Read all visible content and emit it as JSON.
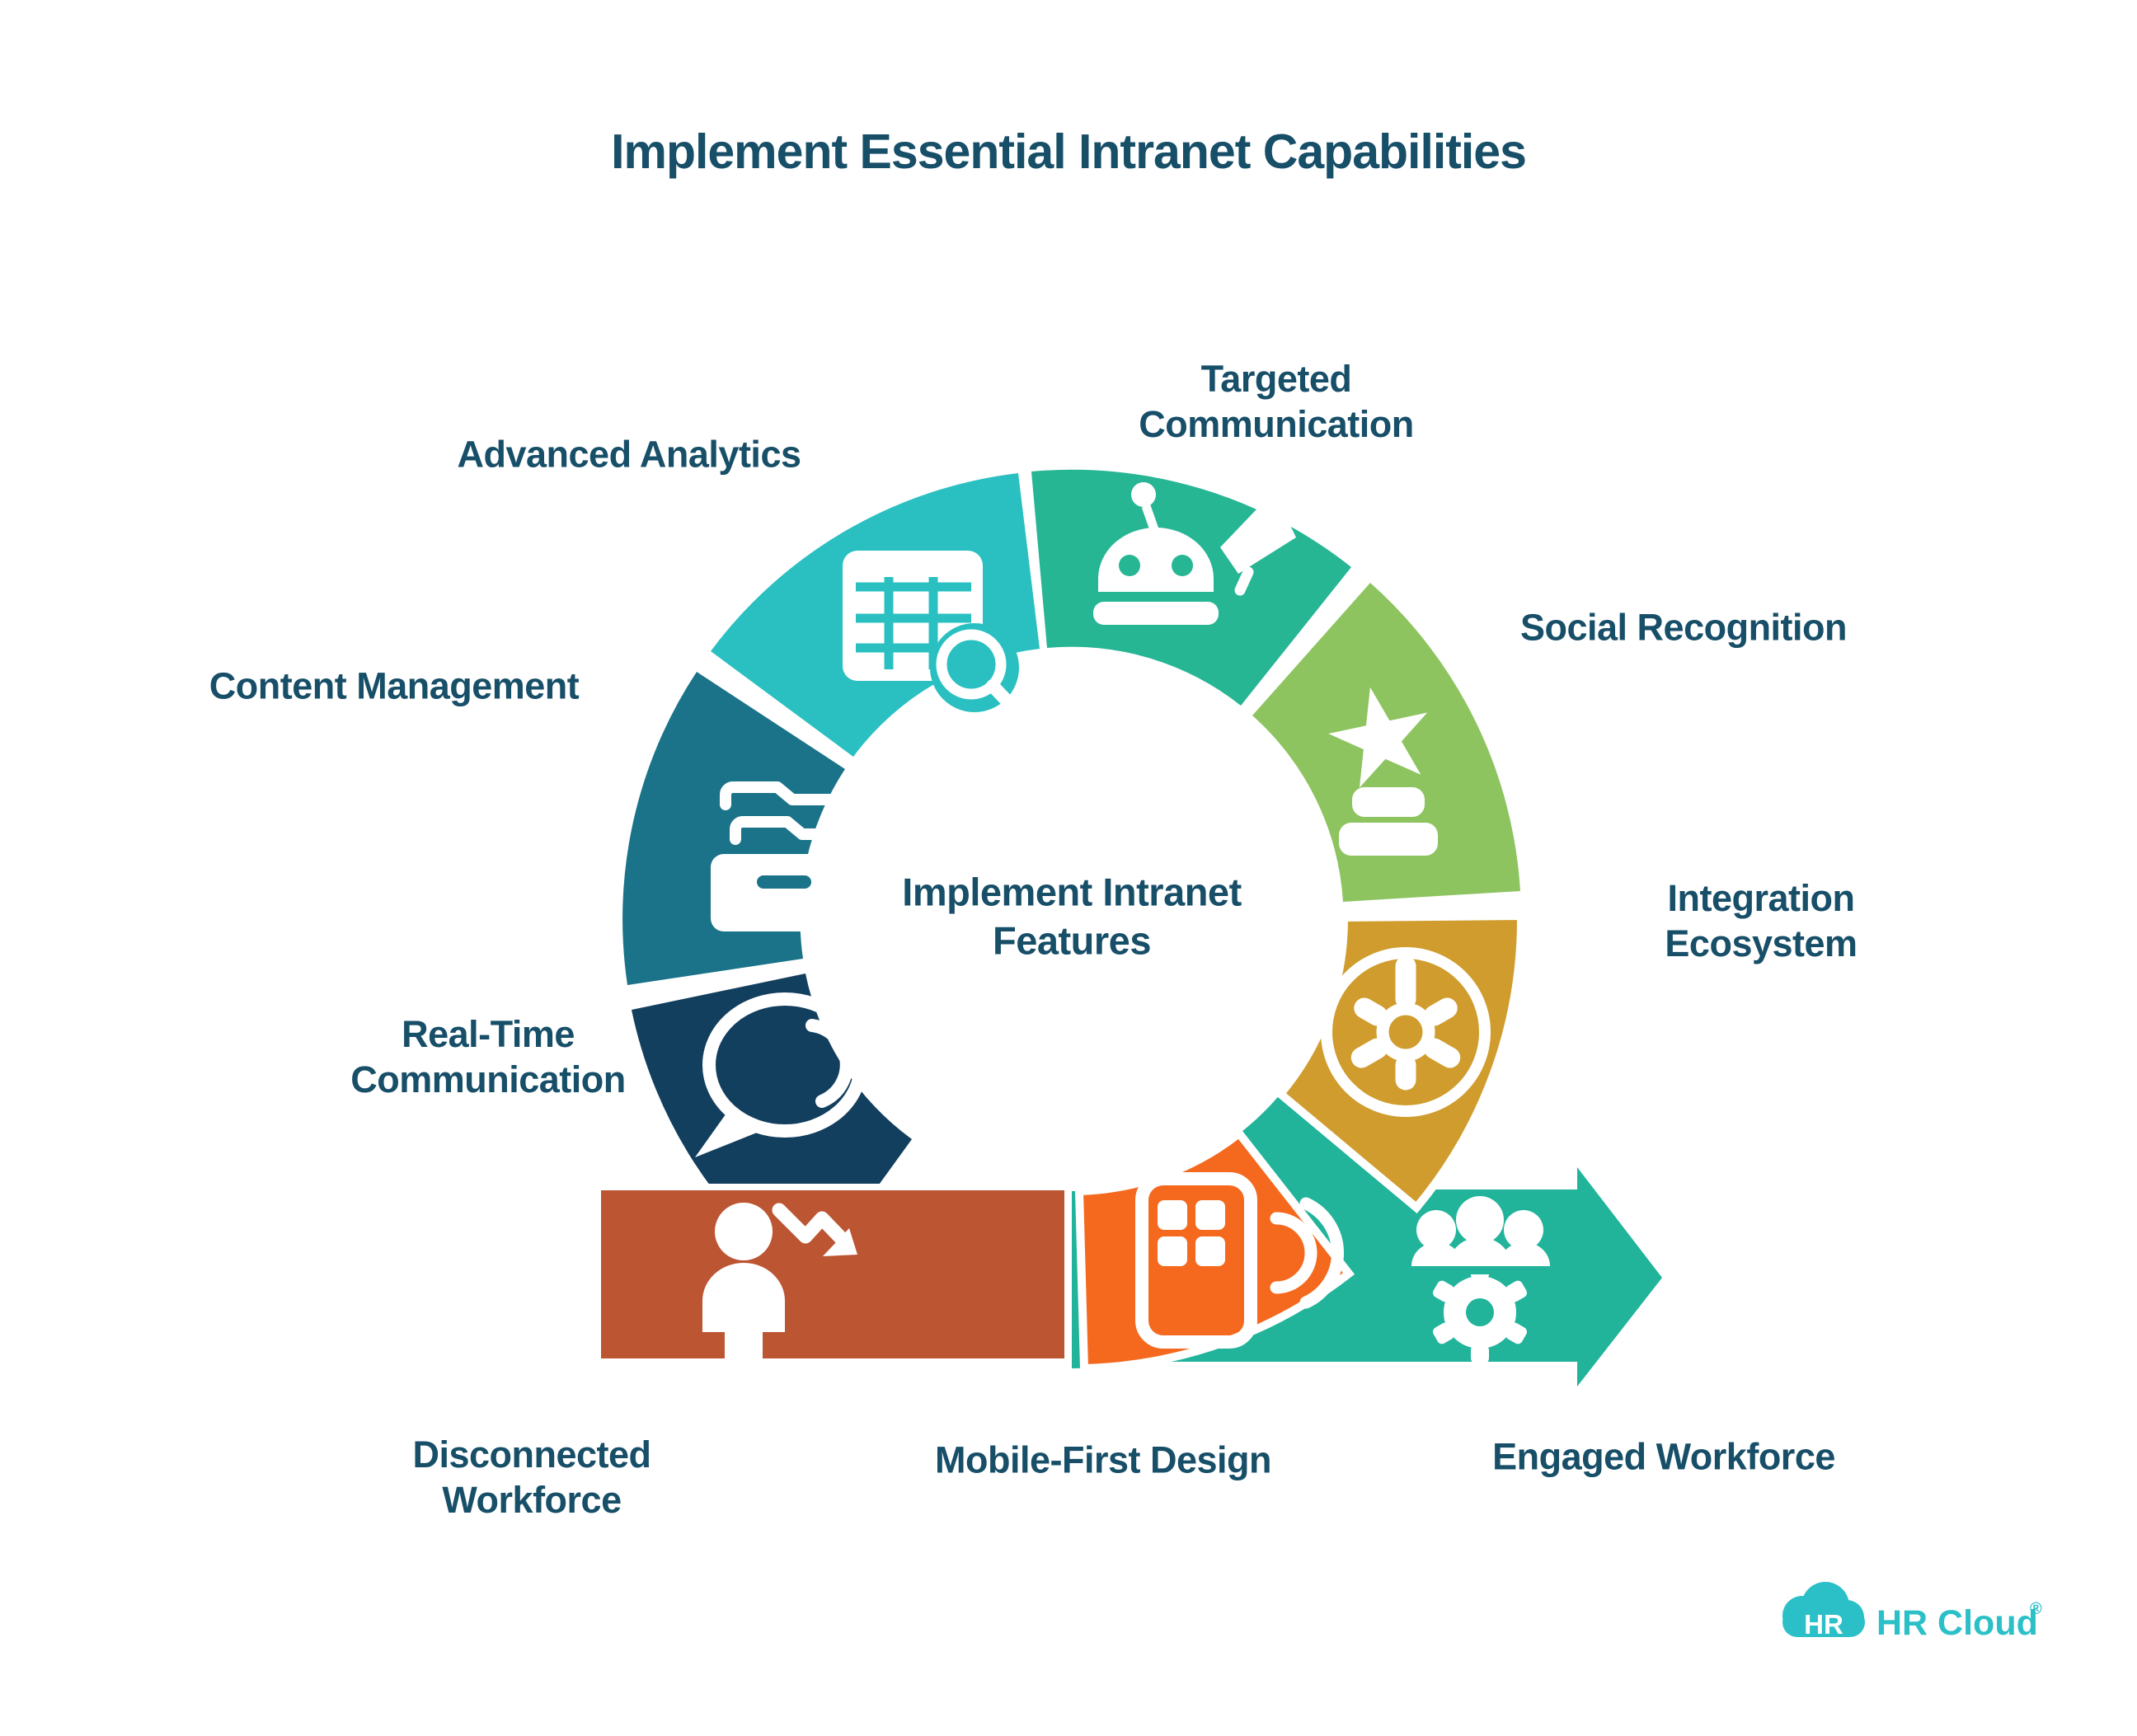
{
  "title": "Implement Essential Intranet Capabilities",
  "center_label": "Implement Intranet\nFeatures",
  "segments": {
    "advanced_analytics": {
      "label": "Advanced Analytics",
      "color": "#2ac0c1",
      "icon": "table-search-icon"
    },
    "targeted_communication": {
      "label": "Targeted\nCommunication",
      "color": "#27b694",
      "icon": "robot-megaphone-icon"
    },
    "social_recognition": {
      "label": "Social Recognition",
      "color": "#8dc45f",
      "icon": "star-trophy-icon"
    },
    "integration_ecosystem": {
      "label": "Integration Ecosystem",
      "color": "#d09c2e",
      "icon": "gear-circle-icon"
    },
    "mobile_first": {
      "label": "Mobile-First Design",
      "color": "#f4691e",
      "icon": "phone-signal-icon"
    },
    "realtime_communication": {
      "label": "Real-Time\nCommunication",
      "color": "#133f5f",
      "icon": "chat-bubble-icon"
    },
    "content_management": {
      "label": "Content Management",
      "color": "#1a7389",
      "icon": "folders-archive-icon"
    },
    "disconnected_workforce": {
      "label": "Disconnected\nWorkforce",
      "color": "#bc5532",
      "icon": "person-decline-icon"
    },
    "engaged_workforce": {
      "label": "Engaged Workforce",
      "color": "#21b49b",
      "icon": "team-gear-icon"
    }
  },
  "logo": {
    "badge": "HR",
    "name": "HR Cloud",
    "reg": "®",
    "color": "#2bc0c8"
  },
  "text_color": "#174e68"
}
